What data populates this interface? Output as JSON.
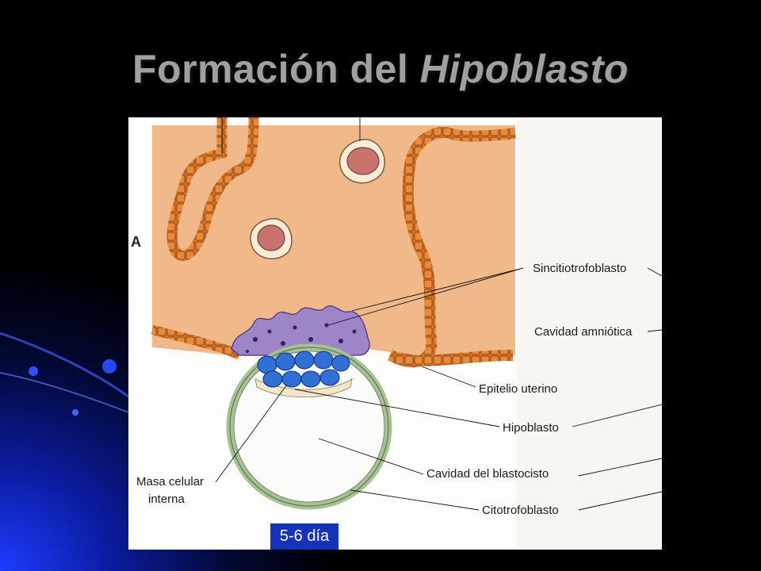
{
  "slide": {
    "title_plain": "Formación del ",
    "title_italic": "Hipoblasto"
  },
  "figure": {
    "panel_letter": "A",
    "labels": {
      "sincitiotrofoblasto": "Sincitiotrofoblasto",
      "cavidad_amniotica": "Cavidad amniótica",
      "epitelio_uterino": "Epitelio uterino",
      "hipoblasto": "Hipoblasto",
      "cavidad_blastocisto": "Cavidad del blastocisto",
      "citotrofoblasto": "Citotrofoblasto",
      "masa_celular_line1": "Masa celular",
      "masa_celular_line2": "interna"
    },
    "day_badge": "5-6 día"
  },
  "colors": {
    "background": "#000000",
    "title": "#a0a0a0",
    "endometrium": "#f1b98a",
    "epithelium_cells": "#d8742a",
    "syncytio": "#9c86c8",
    "epiblast": "#2f6fd6",
    "trophoblast": "#a7c197",
    "badge": "#1533b8"
  }
}
